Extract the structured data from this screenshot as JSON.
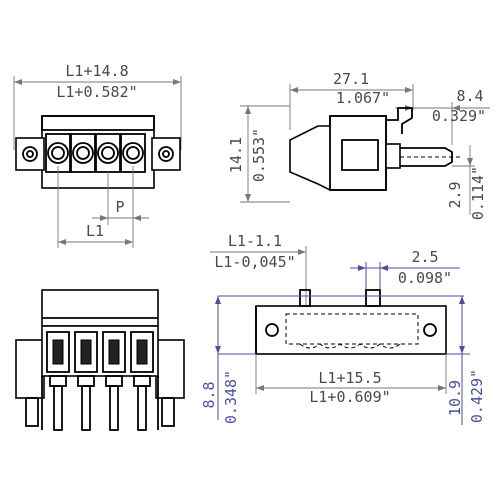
{
  "views": {
    "front": {
      "width_mm": "L1+14.8",
      "width_in": "L1+0.582\"",
      "pitch_label": "P",
      "length_label": "L1"
    },
    "side": {
      "depth_mm": "27.1",
      "depth_in": "1.067\"",
      "extension_mm": "8.4",
      "extension_in": "0.329\"",
      "height_mm": "14.1",
      "height_in": "0.553\"",
      "offset_mm": "2.9",
      "offset_in": "0.114\""
    },
    "bottom": {
      "span_mm": "L1-1.1",
      "span_in": "L1-0,045\"",
      "pin_offset_mm": "2.5",
      "pin_offset_in": "0.098\"",
      "overall_mm": "L1+15.5",
      "overall_in": "L1+0.609\"",
      "left_height_mm": "8.8",
      "left_height_in": "0.348\"",
      "right_height_mm": "10.9",
      "right_height_in": "0.429\""
    }
  },
  "colors": {
    "line": "#000000",
    "dimension": "#777777",
    "dimension_text": "#4a4a4a",
    "accent": "#4b4fa0"
  }
}
